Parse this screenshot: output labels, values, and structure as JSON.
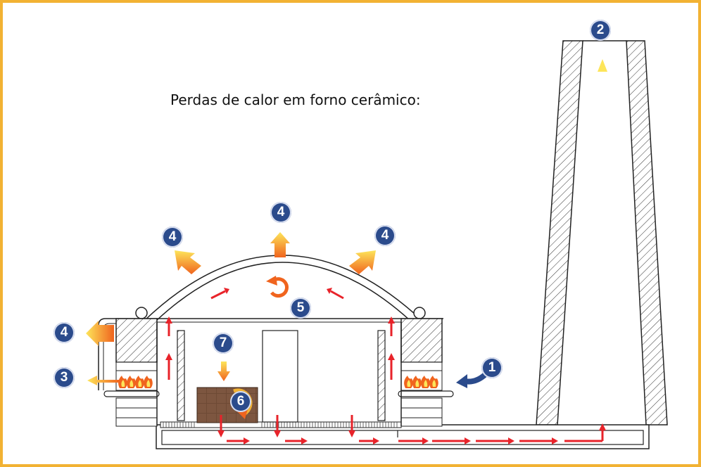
{
  "title": "Perdas de calor em forno cerâmico:",
  "colors": {
    "border": "#f2b233",
    "badge": "#2b4b8c",
    "flow_arrow": "#e8232a",
    "heat_arrow_light": "#fde55a",
    "heat_arrow_dark": "#f0641e",
    "intake_arrow": "#2b4b8c",
    "ware": "#6e4a35"
  },
  "markers": {
    "m1": "1",
    "m2": "2",
    "m3": "3",
    "m4": "4",
    "m5": "5",
    "m6": "6",
    "m7": "7"
  }
}
